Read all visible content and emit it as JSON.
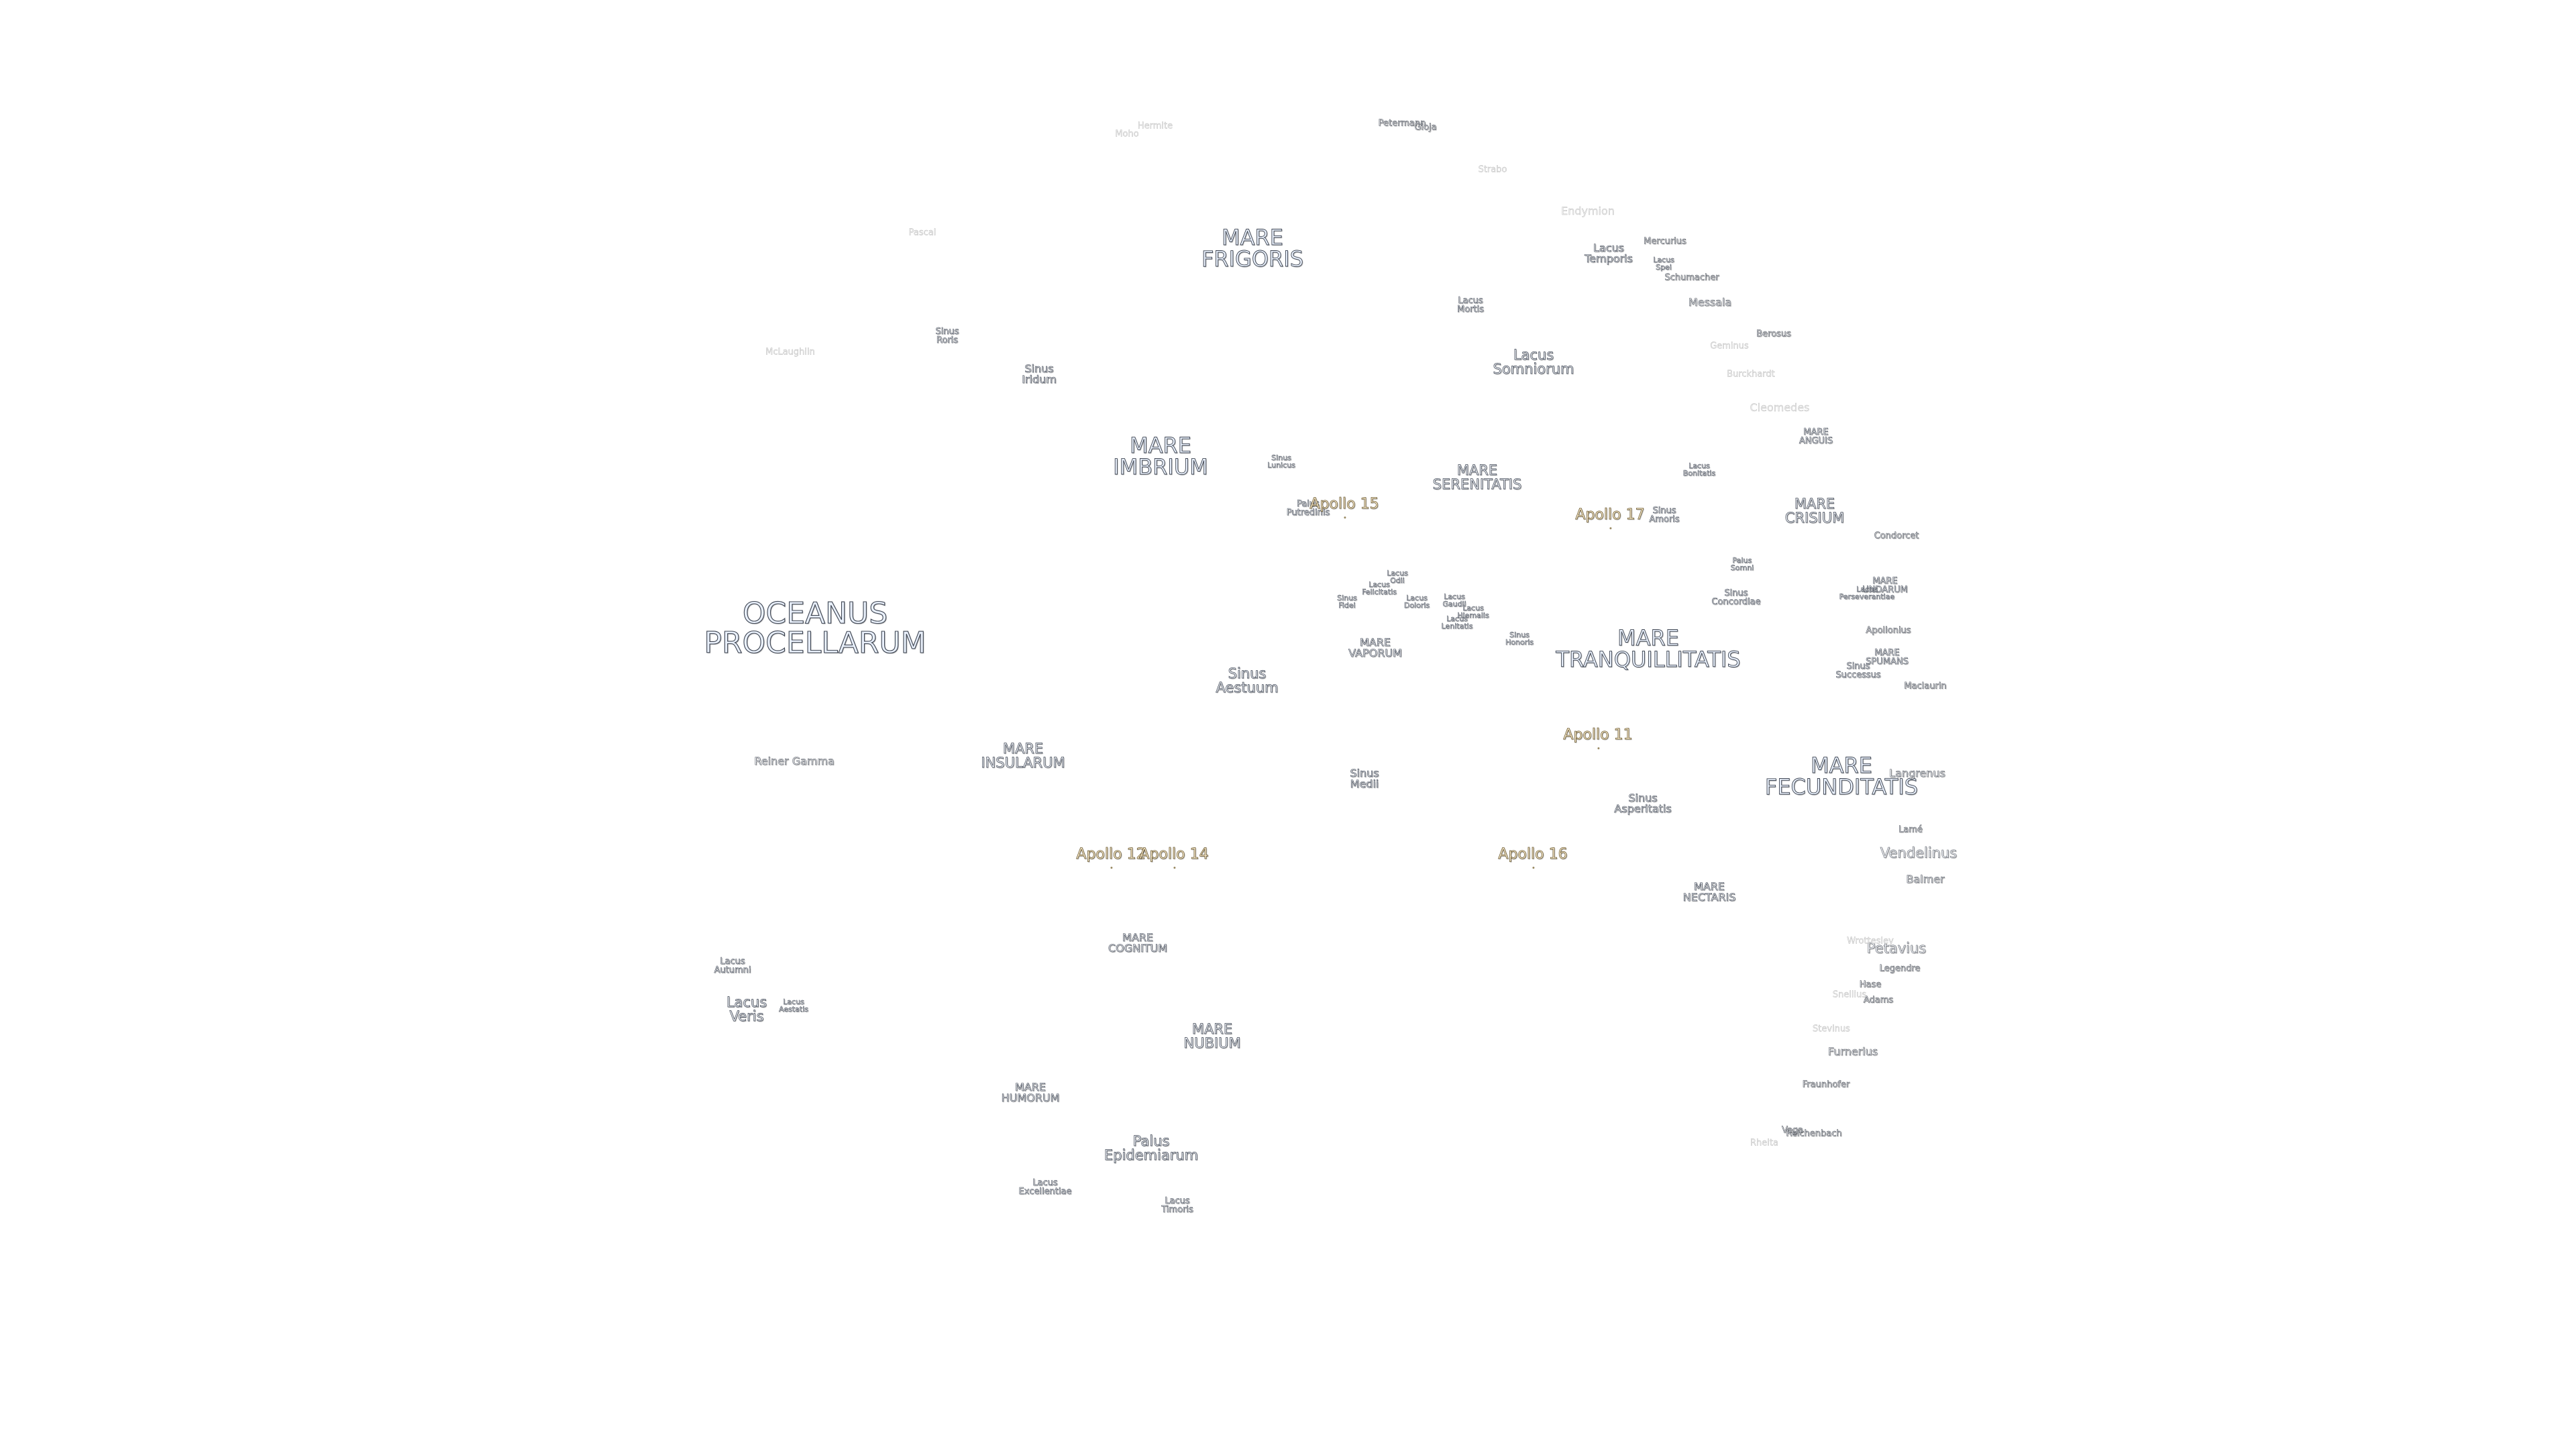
{
  "maria": [
    {
      "id": "oceanus-procellarum",
      "text": "OCEANUS\nPROCELLARUM",
      "size": "xl"
    },
    {
      "id": "mare-frigoris",
      "text": "MARE\nFRIGORIS",
      "size": "lg"
    },
    {
      "id": "mare-imbrium",
      "text": "MARE\nIMBRIUM",
      "size": "lg"
    },
    {
      "id": "mare-serenitatis",
      "text": "MARE\nSERENITATIS",
      "size": "md"
    },
    {
      "id": "mare-crisium",
      "text": "MARE\nCRISIUM",
      "size": "md"
    },
    {
      "id": "mare-tranquillitatis",
      "text": "MARE\nTRANQUILLITATIS",
      "size": "lg"
    },
    {
      "id": "mare-fecunditatis",
      "text": "MARE\nFECUNDITATIS",
      "size": "lg"
    },
    {
      "id": "mare-insularum",
      "text": "MARE\nINSULARUM",
      "size": "md"
    },
    {
      "id": "mare-vaporum",
      "text": "MARE\nVAPORUM",
      "size": "sm"
    },
    {
      "id": "mare-nectaris",
      "text": "MARE\nNECTARIS",
      "size": "sm"
    },
    {
      "id": "mare-cognitum",
      "text": "MARE\nCOGNITUM",
      "size": "sm"
    },
    {
      "id": "mare-nubium",
      "text": "MARE\nNUBIUM",
      "size": "md"
    },
    {
      "id": "mare-humorum",
      "text": "MARE\nHUMORUM",
      "size": "sm"
    },
    {
      "id": "mare-anguis",
      "text": "MARE\nANGUIS",
      "size": "xs"
    },
    {
      "id": "mare-undarum",
      "text": "MARE\nUNDARUM",
      "size": "xs"
    },
    {
      "id": "mare-spumans",
      "text": "MARE\nSPUMANS",
      "size": "xs"
    }
  ],
  "sinus_lacus_palus": [
    {
      "id": "sinus-roris",
      "text": "Sinus\nRoris",
      "size": "xs"
    },
    {
      "id": "sinus-iridum",
      "text": "Sinus\nIridum",
      "size": "sm"
    },
    {
      "id": "lacus-mortis",
      "text": "Lacus\nMortis",
      "size": "xs"
    },
    {
      "id": "lacus-somniorum",
      "text": "Lacus\nSomniorum",
      "size": "md"
    },
    {
      "id": "lacus-temporis",
      "text": "Lacus\nTemporis",
      "size": "sm"
    },
    {
      "id": "lacus-spei",
      "text": "Lacus\nSpei",
      "size": "xxs"
    },
    {
      "id": "sinus-lunicus",
      "text": "Sinus\nLunicus",
      "size": "xxs"
    },
    {
      "id": "palus-putredinis",
      "text": "Palus\nPutredinis",
      "size": "xs"
    },
    {
      "id": "lacus-bonitatis",
      "text": "Lacus\nBonitatis",
      "size": "xxs"
    },
    {
      "id": "sinus-amoris",
      "text": "Sinus\nAmoris",
      "size": "xs"
    },
    {
      "id": "palus-somni",
      "text": "Palus\nSomni",
      "size": "xxs"
    },
    {
      "id": "sinus-concordiae",
      "text": "Sinus\nConcordiae",
      "size": "xs"
    },
    {
      "id": "lacus-odii",
      "text": "Lacus\nOdii",
      "size": "xxs"
    },
    {
      "id": "lacus-felicitatis",
      "text": "Lacus\nFelicitatis",
      "size": "xxs"
    },
    {
      "id": "sinus-fidei",
      "text": "Sinus\nFidei",
      "size": "xxs"
    },
    {
      "id": "lacus-doloris",
      "text": "Lacus\nDoloris",
      "size": "xxs"
    },
    {
      "id": "lacus-gaudii",
      "text": "Lacus\nGaudii",
      "size": "xxs"
    },
    {
      "id": "lacus-hiemalis",
      "text": "Lacus\nHiemalis",
      "size": "xxs"
    },
    {
      "id": "lacus-lenitatis",
      "text": "Lacus\nLenitatis",
      "size": "xxs"
    },
    {
      "id": "sinus-honoris",
      "text": "Sinus\nHonoris",
      "size": "xxs"
    },
    {
      "id": "lacus-perseverantiae",
      "text": "Lacus\nPerseverantiae",
      "size": "xxs"
    },
    {
      "id": "sinus-successus",
      "text": "Sinus\nSuccessus",
      "size": "xs"
    },
    {
      "id": "sinus-aestuum",
      "text": "Sinus\nAestuum",
      "size": "md"
    },
    {
      "id": "sinus-medii",
      "text": "Sinus\nMedii",
      "size": "sm"
    },
    {
      "id": "sinus-asperitatis",
      "text": "Sinus\nAsperitatis",
      "size": "sm"
    },
    {
      "id": "lacus-autumni",
      "text": "Lacus\nAutumni",
      "size": "xs"
    },
    {
      "id": "lacus-veris",
      "text": "Lacus\nVeris",
      "size": "md"
    },
    {
      "id": "lacus-aestatis",
      "text": "Lacus\nAestatis",
      "size": "xxs"
    },
    {
      "id": "palus-epidemiarum",
      "text": "Palus\nEpidemiarum",
      "size": "md"
    },
    {
      "id": "lacus-excellentiae",
      "text": "Lacus\nExcellentiae",
      "size": "xs"
    },
    {
      "id": "lacus-timoris",
      "text": "Lacus\nTimoris",
      "size": "xs"
    }
  ],
  "craters": [
    {
      "id": "petermann",
      "text": "Petermann",
      "size": "xs",
      "faint": false
    },
    {
      "id": "gioja",
      "text": "Gioja",
      "size": "xs",
      "faint": false
    },
    {
      "id": "hermite",
      "text": "Hermite",
      "size": "xs",
      "faint": true
    },
    {
      "id": "moho",
      "text": "Moho",
      "size": "xs",
      "faint": true
    },
    {
      "id": "strabo",
      "text": "Strabo",
      "size": "xs",
      "faint": true
    },
    {
      "id": "endymion",
      "text": "Endymion",
      "size": "sm",
      "faint": true
    },
    {
      "id": "mercurius",
      "text": "Mercurius",
      "size": "xs",
      "faint": false
    },
    {
      "id": "schumacher",
      "text": "Schumacher",
      "size": "xs",
      "faint": false
    },
    {
      "id": "messala",
      "text": "Messala",
      "size": "sm",
      "faint": false
    },
    {
      "id": "berosus",
      "text": "Berosus",
      "size": "xs",
      "faint": false
    },
    {
      "id": "geminus",
      "text": "Geminus",
      "size": "xs",
      "faint": true
    },
    {
      "id": "burckhardt",
      "text": "Burckhardt",
      "size": "xs",
      "faint": true
    },
    {
      "id": "cleomedes",
      "text": "Cleomedes",
      "size": "sm",
      "faint": true
    },
    {
      "id": "condorcet",
      "text": "Condorcet",
      "size": "xs",
      "faint": false
    },
    {
      "id": "apollonius",
      "text": "Apollonius",
      "size": "xs",
      "faint": false
    },
    {
      "id": "maclaurin",
      "text": "Maclaurin",
      "size": "xs",
      "faint": false
    },
    {
      "id": "langrenus",
      "text": "Langrenus",
      "size": "sm",
      "faint": false
    },
    {
      "id": "lame",
      "text": "Lamé",
      "size": "xs",
      "faint": false
    },
    {
      "id": "vendelinus",
      "text": "Vendelinus",
      "size": "md",
      "faint": false
    },
    {
      "id": "balmer",
      "text": "Balmer",
      "size": "sm",
      "faint": false
    },
    {
      "id": "petavius",
      "text": "Petavius",
      "size": "md",
      "faint": false
    },
    {
      "id": "wrottesley",
      "text": "Wrottesley",
      "size": "xs",
      "faint": true
    },
    {
      "id": "legendre",
      "text": "Legendre",
      "size": "xs",
      "faint": false
    },
    {
      "id": "hase",
      "text": "Hase",
      "size": "xs",
      "faint": false
    },
    {
      "id": "adams",
      "text": "Adams",
      "size": "xs",
      "faint": false
    },
    {
      "id": "snellius",
      "text": "Snellius",
      "size": "xs",
      "faint": true
    },
    {
      "id": "stevinus",
      "text": "Stevinus",
      "size": "xs",
      "faint": true
    },
    {
      "id": "furnerius",
      "text": "Furnerius",
      "size": "sm",
      "faint": false
    },
    {
      "id": "fraunhofer",
      "text": "Fraunhofer",
      "size": "xs",
      "faint": false
    },
    {
      "id": "vega",
      "text": "Vega",
      "size": "xs",
      "faint": false
    },
    {
      "id": "reichenbach",
      "text": "Reichenbach",
      "size": "xs",
      "faint": false
    },
    {
      "id": "rheita",
      "text": "Rheita",
      "size": "xs",
      "faint": true
    },
    {
      "id": "reiner-gamma",
      "text": "Reiner Gamma",
      "size": "sm",
      "faint": false
    },
    {
      "id": "mclaughlin",
      "text": "McLaughlin",
      "size": "xs",
      "faint": true
    },
    {
      "id": "pascal",
      "text": "Pascal",
      "size": "xs",
      "faint": true
    }
  ],
  "landing_sites": [
    {
      "id": "apollo-11",
      "text": "Apollo 11"
    },
    {
      "id": "apollo-12",
      "text": "Apollo 12"
    },
    {
      "id": "apollo-14",
      "text": "Apollo 14"
    },
    {
      "id": "apollo-15",
      "text": "Apollo 15"
    },
    {
      "id": "apollo-16",
      "text": "Apollo 16"
    },
    {
      "id": "apollo-17",
      "text": "Apollo 17"
    }
  ]
}
